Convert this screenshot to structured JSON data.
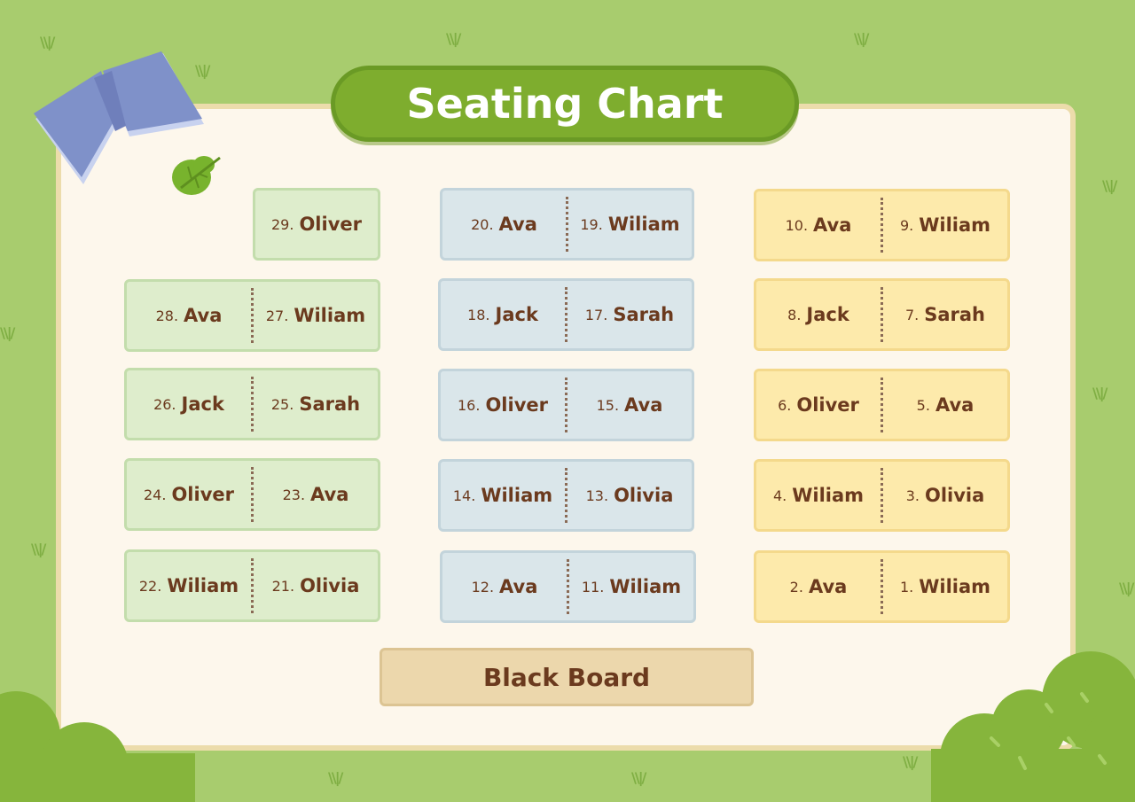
{
  "title": "Seating Chart",
  "blackboard": "Black Board",
  "colors": {
    "background": "#a8cc6e",
    "board": "#fdf7ec",
    "title": "#7ead2e",
    "green_desk": "#deedcc",
    "blue_desk": "#dae6ea",
    "yellow_desk": "#fdeaab",
    "text": "#6b3a1e"
  },
  "icons": [
    "book-icon",
    "leaf-icon",
    "bush-icon",
    "grass-icon"
  ],
  "desks": {
    "d29": {
      "a_num": "29.",
      "a_name": "Oliver"
    },
    "d28": {
      "a_num": "28.",
      "a_name": "Ava",
      "b_num": "27.",
      "b_name": "Wiliam"
    },
    "d26": {
      "a_num": "26.",
      "a_name": "Jack",
      "b_num": "25.",
      "b_name": "Sarah"
    },
    "d24": {
      "a_num": "24.",
      "a_name": "Oliver",
      "b_num": "23.",
      "b_name": "Ava"
    },
    "d22": {
      "a_num": "22.",
      "a_name": "Wiliam",
      "b_num": "21.",
      "b_name": "Olivia"
    },
    "d20": {
      "a_num": "20.",
      "a_name": "Ava",
      "b_num": "19.",
      "b_name": "Wiliam"
    },
    "d18": {
      "a_num": "18.",
      "a_name": "Jack",
      "b_num": "17.",
      "b_name": "Sarah"
    },
    "d16": {
      "a_num": "16.",
      "a_name": "Oliver",
      "b_num": "15.",
      "b_name": "Ava"
    },
    "d14": {
      "a_num": "14.",
      "a_name": "Wiliam",
      "b_num": "13.",
      "b_name": "Olivia"
    },
    "d12": {
      "a_num": "12.",
      "a_name": "Ava",
      "b_num": "11.",
      "b_name": "Wiliam"
    },
    "d10": {
      "a_num": "10.",
      "a_name": "Ava",
      "b_num": "9.",
      "b_name": "Wiliam"
    },
    "d8": {
      "a_num": "8.",
      "a_name": "Jack",
      "b_num": "7.",
      "b_name": "Sarah"
    },
    "d6": {
      "a_num": "6.",
      "a_name": "Oliver",
      "b_num": "5.",
      "b_name": "Ava"
    },
    "d4": {
      "a_num": "4.",
      "a_name": "Wiliam",
      "b_num": "3.",
      "b_name": "Olivia"
    },
    "d2": {
      "a_num": "2.",
      "a_name": "Ava",
      "b_num": "1.",
      "b_name": "Wiliam"
    }
  }
}
